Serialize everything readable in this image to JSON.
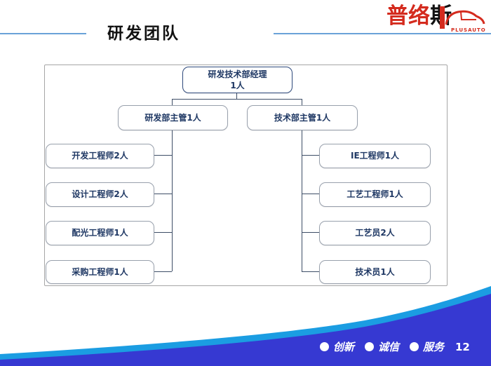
{
  "slide": {
    "title": "研发团队",
    "page_number": "12"
  },
  "logo": {
    "chars": [
      "普",
      "络",
      "斯"
    ],
    "subtext": "PLUSAUTO",
    "brand_red": "#d42b1e"
  },
  "org_chart": {
    "root": {
      "title": "研发技术部经理",
      "count": "1人"
    },
    "managers": [
      {
        "label": "研发部主管1人"
      },
      {
        "label": "技术部主管1人"
      }
    ],
    "left_children": [
      "开发工程师2人",
      "设计工程师2人",
      "配光工程师1人",
      "采购工程师1人"
    ],
    "right_children": [
      "IE工程师1人",
      "工艺工程师1人",
      "工艺员2人",
      "技术员1人"
    ]
  },
  "footer": {
    "mottos": [
      "创新",
      "诚信",
      "服务"
    ]
  },
  "colors": {
    "underline_blue": "#6aa2d8",
    "node_text_navy": "#1f3864",
    "node_border_gray": "#98a0ac",
    "root_border_navy": "#2f4a7c",
    "connector": "#3d4d66",
    "wave_light_blue": "#1b9de2",
    "wave_dark_blue": "#3639d2",
    "brand_red": "#d42b1e"
  }
}
